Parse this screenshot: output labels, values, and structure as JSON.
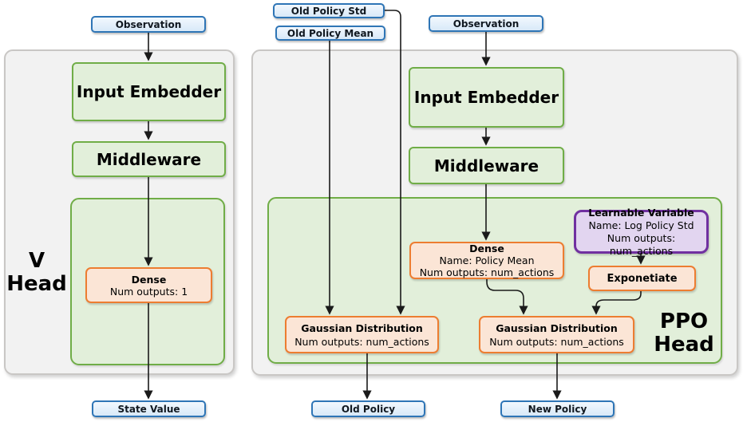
{
  "v_head": {
    "label_lines": [
      "V",
      "Head"
    ],
    "observation": "Observation",
    "input_embedder": "Input Embedder",
    "middleware": "Middleware",
    "dense": {
      "title": "Dense",
      "outputs": "Num outputs: 1"
    },
    "state_value": "State Value"
  },
  "ppo_head": {
    "label_lines": [
      "PPO",
      "Head"
    ],
    "old_policy_std": "Old Policy Std",
    "old_policy_mean": "Old Policy Mean",
    "observation": "Observation",
    "input_embedder": "Input Embedder",
    "middleware": "Middleware",
    "dense": {
      "title": "Dense",
      "name": "Name: Policy Mean",
      "outputs": "Num outputs: num_actions"
    },
    "learnable_variable": {
      "title": "Learnable Variable",
      "name": "Name: Log Policy Std",
      "outputs": "Num outputs: num_actions"
    },
    "exponetiate": "Exponetiate",
    "gaussian_old": {
      "title": "Gaussian Distribution",
      "outputs": "Num outputs: num_actions"
    },
    "gaussian_new": {
      "title": "Gaussian Distribution",
      "outputs": "Num outputs: num_actions"
    },
    "old_policy": "Old Policy",
    "new_policy": "New Policy"
  },
  "colors": {
    "blue_border": "#2E75B6",
    "blue_fill": "#DEEBF7",
    "green_border": "#70AD47",
    "green_fill": "#E2EFDA",
    "orange_border": "#ED7D31",
    "orange_fill": "#FBE5D6",
    "purple_border": "#7030A0",
    "purple_fill": "#E2D5F0",
    "panel_fill": "#F2F2F2",
    "panel_border": "#C9C7C5",
    "arrow": "#1a1a1a"
  }
}
